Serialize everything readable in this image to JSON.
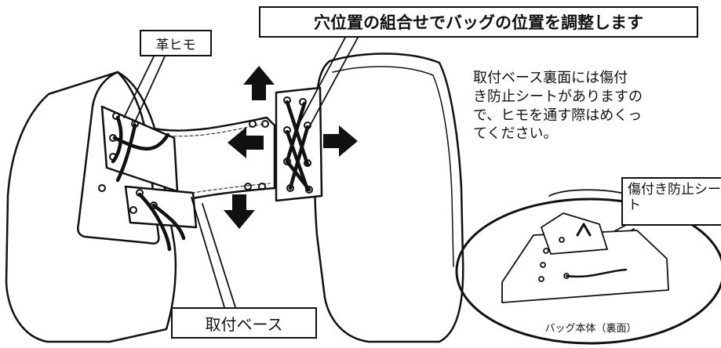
{
  "title": "穴位置の組合せでバッグの位置を調整します",
  "labels": {
    "leather_strap": "革ヒモ",
    "mount_base": "取付ベース",
    "scratch_sheet": "傷付き防止シート",
    "bag_underside": "バッグ本体（裏面）"
  },
  "note_lines": [
    "取付ベース裏面には傷付",
    "き防止シートがありますの",
    "で、ヒモを通す際はめくっ",
    "てください。"
  ],
  "arrow_icons": [
    "arrow-up-icon",
    "arrow-down-icon",
    "arrow-left-icon",
    "arrow-right-icon"
  ]
}
